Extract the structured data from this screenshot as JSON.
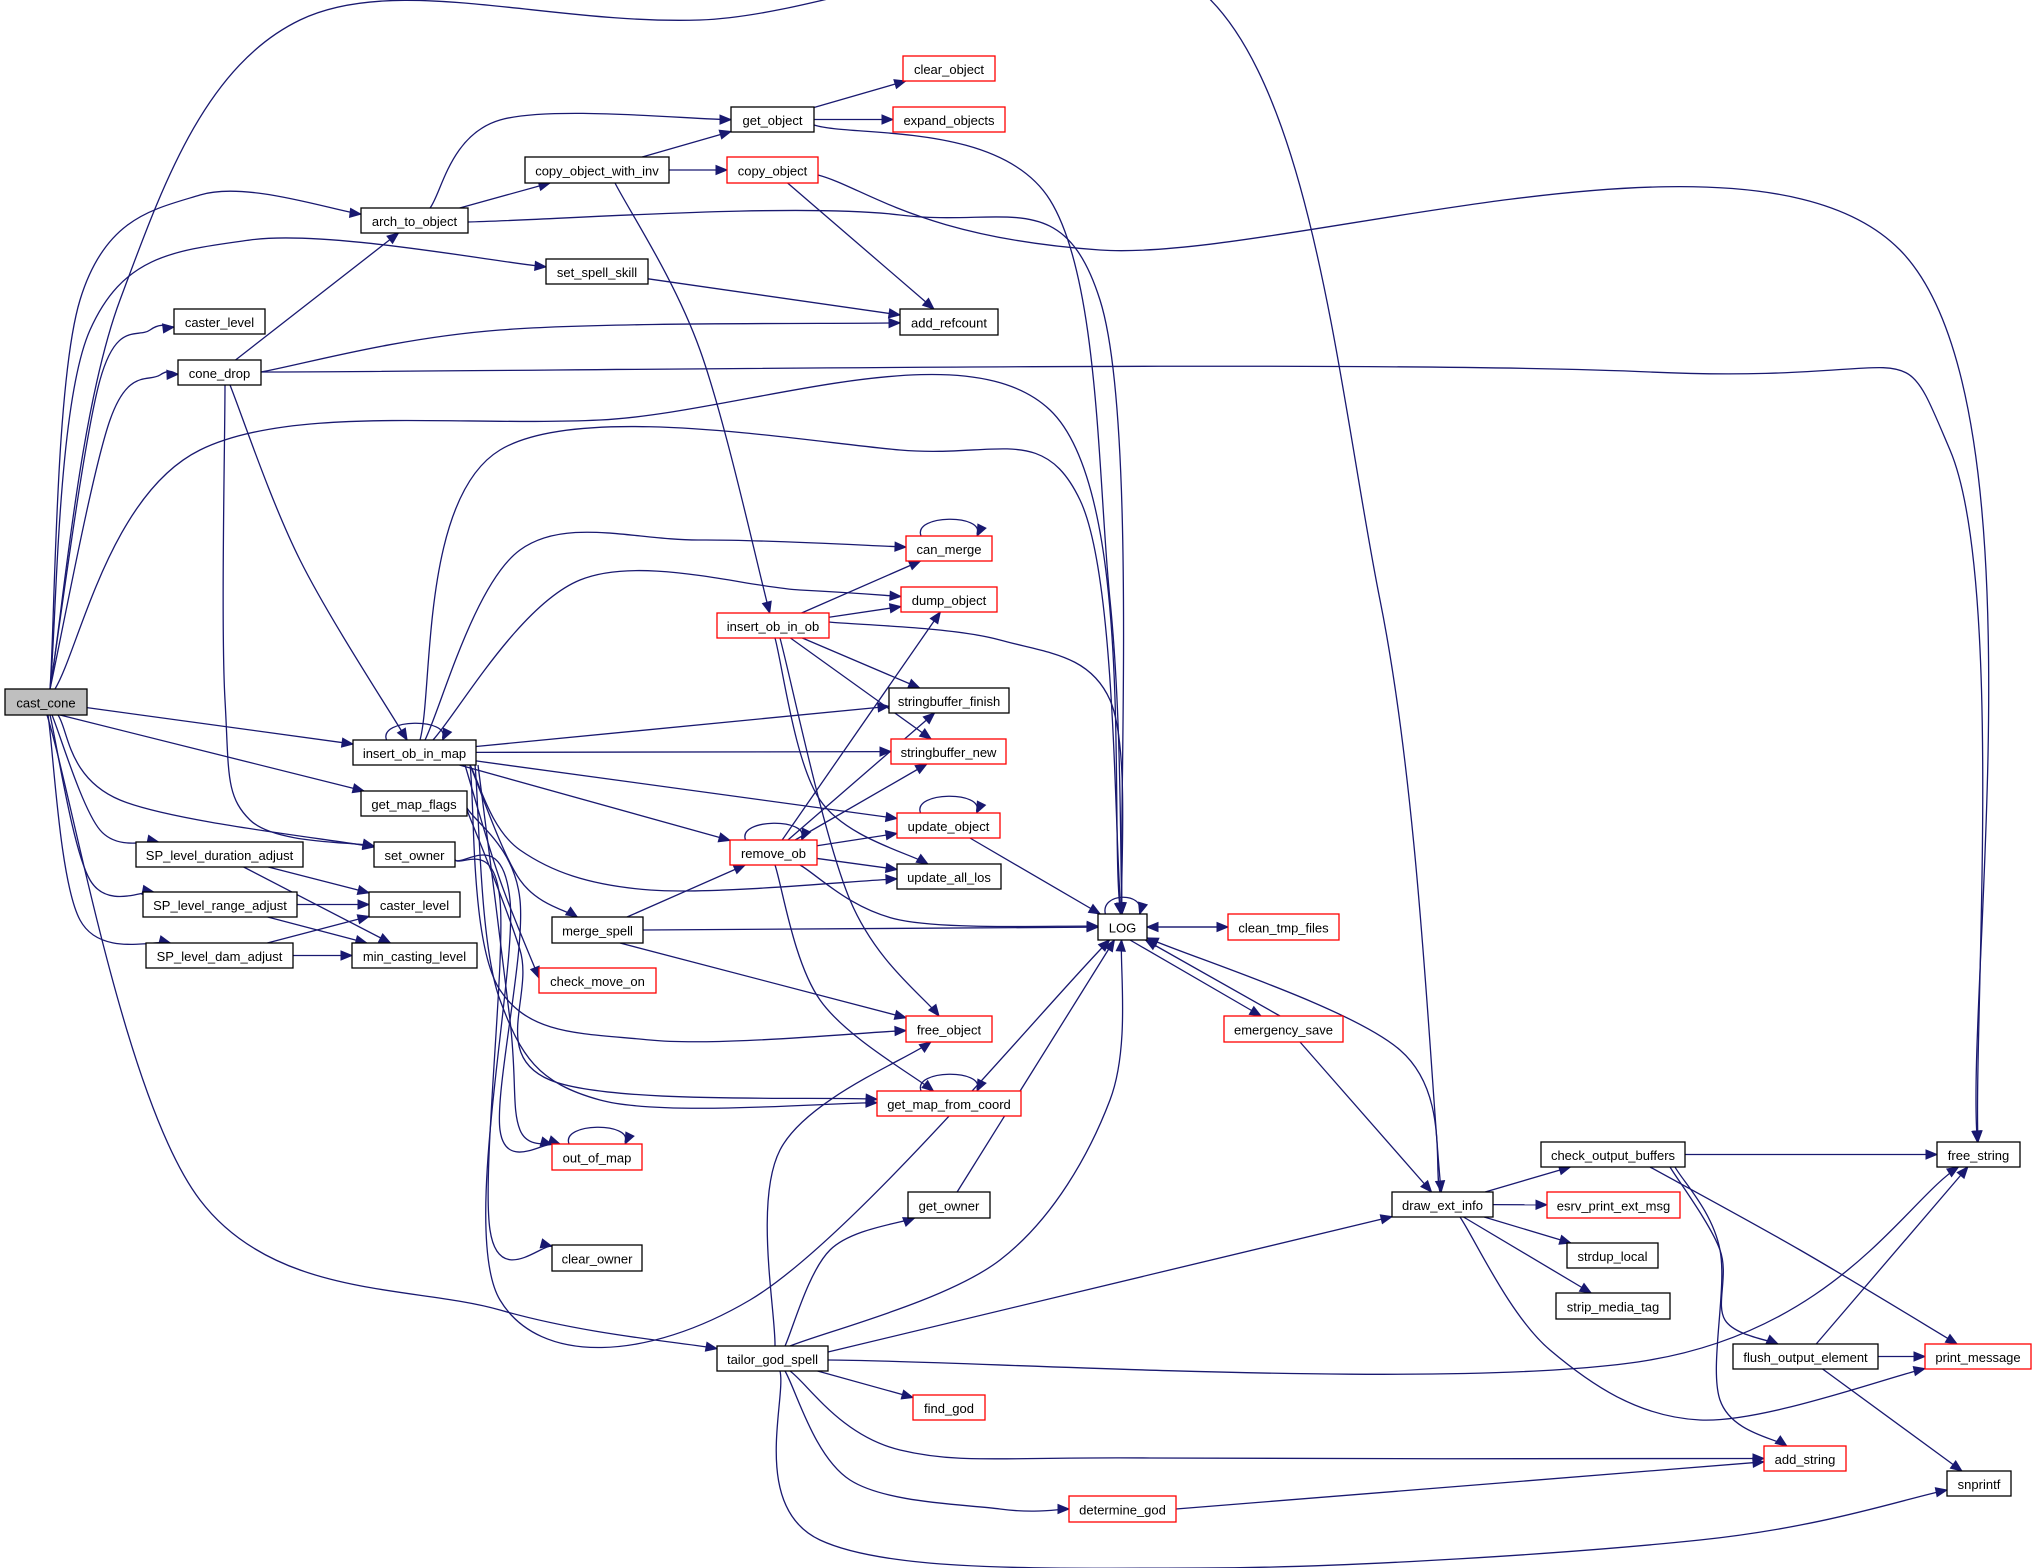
{
  "diagram": {
    "type": "call-graph",
    "root": "cast_cone",
    "colors": {
      "edge": "#191970",
      "node_border": "#000000",
      "node_border_undocumented": "#ff0000",
      "root_fill": "#bfbfbf",
      "node_fill": "#ffffff"
    },
    "nodes": [
      {
        "id": "cast_cone",
        "label": "cast_cone",
        "style": "root"
      },
      {
        "id": "arch_to_object",
        "label": "arch_to_object",
        "style": "normal"
      },
      {
        "id": "copy_object_with_inv",
        "label": "copy_object_with_inv",
        "style": "normal"
      },
      {
        "id": "get_object",
        "label": "get_object",
        "style": "normal"
      },
      {
        "id": "clear_object",
        "label": "clear_object",
        "style": "red"
      },
      {
        "id": "expand_objects",
        "label": "expand_objects",
        "style": "red"
      },
      {
        "id": "copy_object",
        "label": "copy_object",
        "style": "red"
      },
      {
        "id": "set_spell_skill",
        "label": "set_spell_skill",
        "style": "normal"
      },
      {
        "id": "add_refcount",
        "label": "add_refcount",
        "style": "normal"
      },
      {
        "id": "caster_level_a",
        "label": "caster_level",
        "style": "normal"
      },
      {
        "id": "cone_drop",
        "label": "cone_drop",
        "style": "normal"
      },
      {
        "id": "can_merge",
        "label": "can_merge",
        "style": "red"
      },
      {
        "id": "dump_object",
        "label": "dump_object",
        "style": "red"
      },
      {
        "id": "insert_ob_in_ob",
        "label": "insert_ob_in_ob",
        "style": "red"
      },
      {
        "id": "stringbuffer_finish",
        "label": "stringbuffer_finish",
        "style": "normal"
      },
      {
        "id": "stringbuffer_new",
        "label": "stringbuffer_new",
        "style": "red"
      },
      {
        "id": "insert_ob_in_map",
        "label": "insert_ob_in_map",
        "style": "normal"
      },
      {
        "id": "get_map_flags",
        "label": "get_map_flags",
        "style": "normal"
      },
      {
        "id": "update_object",
        "label": "update_object",
        "style": "red"
      },
      {
        "id": "remove_ob",
        "label": "remove_ob",
        "style": "red"
      },
      {
        "id": "SP_level_duration_adjust",
        "label": "SP_level_duration_adjust",
        "style": "normal"
      },
      {
        "id": "set_owner",
        "label": "set_owner",
        "style": "normal"
      },
      {
        "id": "update_all_los",
        "label": "update_all_los",
        "style": "normal"
      },
      {
        "id": "SP_level_range_adjust",
        "label": "SP_level_range_adjust",
        "style": "normal"
      },
      {
        "id": "caster_level_b",
        "label": "caster_level",
        "style": "normal"
      },
      {
        "id": "merge_spell",
        "label": "merge_spell",
        "style": "normal"
      },
      {
        "id": "LOG",
        "label": "LOG",
        "style": "normal"
      },
      {
        "id": "clean_tmp_files",
        "label": "clean_tmp_files",
        "style": "red"
      },
      {
        "id": "SP_level_dam_adjust",
        "label": "SP_level_dam_adjust",
        "style": "normal"
      },
      {
        "id": "min_casting_level",
        "label": "min_casting_level",
        "style": "normal"
      },
      {
        "id": "check_move_on",
        "label": "check_move_on",
        "style": "red"
      },
      {
        "id": "free_object",
        "label": "free_object",
        "style": "red"
      },
      {
        "id": "emergency_save",
        "label": "emergency_save",
        "style": "red"
      },
      {
        "id": "get_map_from_coord",
        "label": "get_map_from_coord",
        "style": "red"
      },
      {
        "id": "out_of_map",
        "label": "out_of_map",
        "style": "red"
      },
      {
        "id": "check_output_buffers",
        "label": "check_output_buffers",
        "style": "normal"
      },
      {
        "id": "free_string",
        "label": "free_string",
        "style": "normal"
      },
      {
        "id": "draw_ext_info",
        "label": "draw_ext_info",
        "style": "normal"
      },
      {
        "id": "esrv_print_ext_msg",
        "label": "esrv_print_ext_msg",
        "style": "red"
      },
      {
        "id": "get_owner",
        "label": "get_owner",
        "style": "normal"
      },
      {
        "id": "strdup_local",
        "label": "strdup_local",
        "style": "normal"
      },
      {
        "id": "clear_owner",
        "label": "clear_owner",
        "style": "normal"
      },
      {
        "id": "strip_media_tag",
        "label": "strip_media_tag",
        "style": "normal"
      },
      {
        "id": "flush_output_element",
        "label": "flush_output_element",
        "style": "normal"
      },
      {
        "id": "print_message",
        "label": "print_message",
        "style": "red"
      },
      {
        "id": "tailor_god_spell",
        "label": "tailor_god_spell",
        "style": "normal"
      },
      {
        "id": "find_god",
        "label": "find_god",
        "style": "red"
      },
      {
        "id": "add_string",
        "label": "add_string",
        "style": "red"
      },
      {
        "id": "snprintf",
        "label": "snprintf",
        "style": "normal"
      },
      {
        "id": "determine_god",
        "label": "determine_god",
        "style": "red"
      }
    ],
    "edges": [
      [
        "cast_cone",
        "draw_ext_info"
      ],
      [
        "cast_cone",
        "arch_to_object"
      ],
      [
        "cast_cone",
        "set_spell_skill"
      ],
      [
        "cast_cone",
        "caster_level_a"
      ],
      [
        "cast_cone",
        "cone_drop"
      ],
      [
        "cast_cone",
        "LOG"
      ],
      [
        "cast_cone",
        "insert_ob_in_map"
      ],
      [
        "cast_cone",
        "get_map_flags"
      ],
      [
        "cast_cone",
        "set_owner"
      ],
      [
        "cast_cone",
        "SP_level_duration_adjust"
      ],
      [
        "cast_cone",
        "SP_level_range_adjust"
      ],
      [
        "cast_cone",
        "SP_level_dam_adjust"
      ],
      [
        "cast_cone",
        "tailor_god_spell"
      ],
      [
        "arch_to_object",
        "get_object"
      ],
      [
        "arch_to_object",
        "copy_object_with_inv"
      ],
      [
        "arch_to_object",
        "LOG"
      ],
      [
        "copy_object_with_inv",
        "get_object"
      ],
      [
        "copy_object_with_inv",
        "copy_object"
      ],
      [
        "copy_object_with_inv",
        "insert_ob_in_ob"
      ],
      [
        "get_object",
        "clear_object"
      ],
      [
        "get_object",
        "expand_objects"
      ],
      [
        "get_object",
        "LOG"
      ],
      [
        "copy_object",
        "add_refcount"
      ],
      [
        "copy_object",
        "free_string"
      ],
      [
        "set_spell_skill",
        "add_refcount"
      ],
      [
        "cone_drop",
        "arch_to_object"
      ],
      [
        "cone_drop",
        "add_refcount"
      ],
      [
        "cone_drop",
        "free_string"
      ],
      [
        "cone_drop",
        "insert_ob_in_map"
      ],
      [
        "cone_drop",
        "set_owner"
      ],
      [
        "can_merge",
        "can_merge"
      ],
      [
        "insert_ob_in_ob",
        "can_merge"
      ],
      [
        "insert_ob_in_ob",
        "dump_object"
      ],
      [
        "insert_ob_in_ob",
        "LOG"
      ],
      [
        "insert_ob_in_ob",
        "stringbuffer_finish"
      ],
      [
        "insert_ob_in_ob",
        "stringbuffer_new"
      ],
      [
        "insert_ob_in_ob",
        "update_all_los"
      ],
      [
        "insert_ob_in_ob",
        "free_object"
      ],
      [
        "insert_ob_in_map",
        "insert_ob_in_map"
      ],
      [
        "insert_ob_in_map",
        "LOG"
      ],
      [
        "insert_ob_in_map",
        "can_merge"
      ],
      [
        "insert_ob_in_map",
        "dump_object"
      ],
      [
        "insert_ob_in_map",
        "stringbuffer_finish"
      ],
      [
        "insert_ob_in_map",
        "stringbuffer_new"
      ],
      [
        "insert_ob_in_map",
        "update_object"
      ],
      [
        "insert_ob_in_map",
        "remove_ob"
      ],
      [
        "insert_ob_in_map",
        "update_all_los"
      ],
      [
        "insert_ob_in_map",
        "merge_spell"
      ],
      [
        "insert_ob_in_map",
        "check_move_on"
      ],
      [
        "insert_ob_in_map",
        "free_object"
      ],
      [
        "insert_ob_in_map",
        "get_map_from_coord"
      ],
      [
        "insert_ob_in_map",
        "out_of_map"
      ],
      [
        "get_map_flags",
        "out_of_map"
      ],
      [
        "get_map_flags",
        "get_map_from_coord"
      ],
      [
        "update_object",
        "update_object"
      ],
      [
        "update_object",
        "LOG"
      ],
      [
        "remove_ob",
        "remove_ob"
      ],
      [
        "remove_ob",
        "dump_object"
      ],
      [
        "remove_ob",
        "stringbuffer_finish"
      ],
      [
        "remove_ob",
        "stringbuffer_new"
      ],
      [
        "remove_ob",
        "update_object"
      ],
      [
        "remove_ob",
        "update_all_los"
      ],
      [
        "remove_ob",
        "LOG"
      ],
      [
        "remove_ob",
        "get_map_from_coord"
      ],
      [
        "SP_level_duration_adjust",
        "caster_level_b"
      ],
      [
        "SP_level_duration_adjust",
        "min_casting_level"
      ],
      [
        "set_owner",
        "clear_owner"
      ],
      [
        "set_owner",
        "LOG"
      ],
      [
        "SP_level_range_adjust",
        "caster_level_b"
      ],
      [
        "SP_level_range_adjust",
        "min_casting_level"
      ],
      [
        "SP_level_dam_adjust",
        "caster_level_b"
      ],
      [
        "SP_level_dam_adjust",
        "min_casting_level"
      ],
      [
        "merge_spell",
        "remove_ob"
      ],
      [
        "merge_spell",
        "LOG"
      ],
      [
        "merge_spell",
        "free_object"
      ],
      [
        "LOG",
        "LOG"
      ],
      [
        "LOG",
        "clean_tmp_files"
      ],
      [
        "LOG",
        "emergency_save"
      ],
      [
        "clean_tmp_files",
        "LOG"
      ],
      [
        "emergency_save",
        "LOG"
      ],
      [
        "emergency_save",
        "draw_ext_info"
      ],
      [
        "get_map_from_coord",
        "get_map_from_coord"
      ],
      [
        "out_of_map",
        "out_of_map"
      ],
      [
        "draw_ext_info",
        "LOG"
      ],
      [
        "draw_ext_info",
        "check_output_buffers"
      ],
      [
        "draw_ext_info",
        "esrv_print_ext_msg"
      ],
      [
        "draw_ext_info",
        "strdup_local"
      ],
      [
        "draw_ext_info",
        "strip_media_tag"
      ],
      [
        "draw_ext_info",
        "print_message"
      ],
      [
        "check_output_buffers",
        "free_string"
      ],
      [
        "check_output_buffers",
        "flush_output_element"
      ],
      [
        "check_output_buffers",
        "print_message"
      ],
      [
        "check_output_buffers",
        "add_string"
      ],
      [
        "flush_output_element",
        "free_string"
      ],
      [
        "flush_output_element",
        "print_message"
      ],
      [
        "flush_output_element",
        "snprintf"
      ],
      [
        "get_owner",
        "LOG"
      ],
      [
        "tailor_god_spell",
        "free_object"
      ],
      [
        "tailor_god_spell",
        "get_owner"
      ],
      [
        "tailor_god_spell",
        "LOG"
      ],
      [
        "tailor_god_spell",
        "draw_ext_info"
      ],
      [
        "tailor_god_spell",
        "free_string"
      ],
      [
        "tailor_god_spell",
        "find_god"
      ],
      [
        "tailor_god_spell",
        "add_string"
      ],
      [
        "tailor_god_spell",
        "determine_god"
      ],
      [
        "tailor_god_spell",
        "snprintf"
      ],
      [
        "determine_god",
        "add_string"
      ]
    ]
  }
}
